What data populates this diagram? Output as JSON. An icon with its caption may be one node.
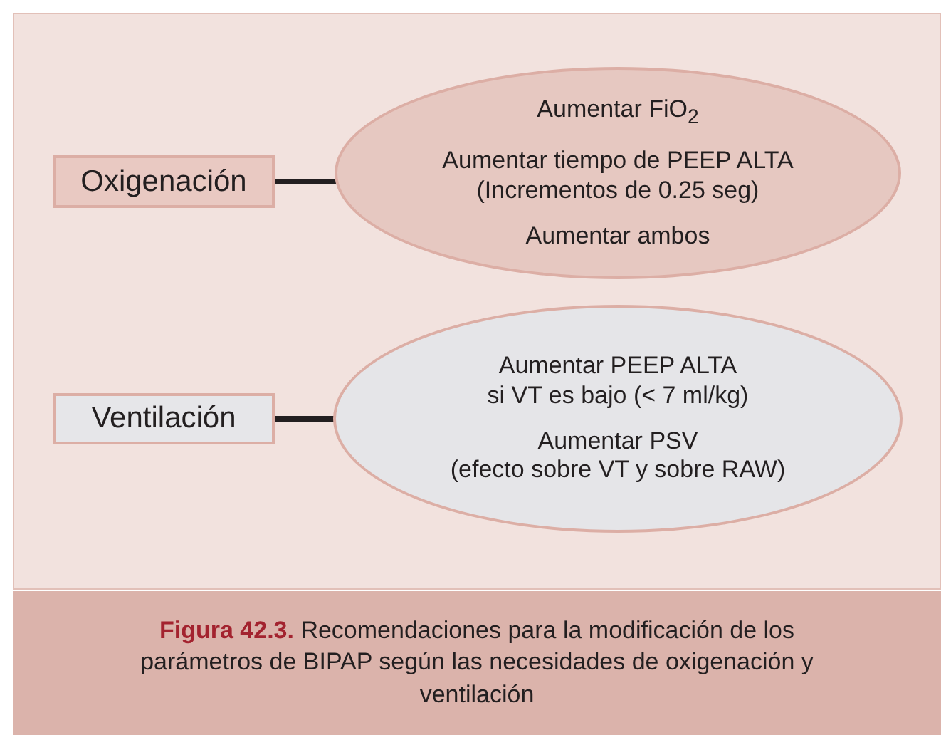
{
  "diagram": {
    "caption": "**Figura 42.3.** Recomendaciones para la modificación de los parámetros de BIPAP según las necesidades de oxigenación y ventilación",
    "nodes": [
      {
        "text": [
          "Oxigenación"
        ]
      },
      {
        "text": [
          "Aumentar FiO$_{2}$",
          "Aumentar tiempo de PEEP ALTA (Incrementos de 0.25 seg)",
          "Aumentar ambos"
        ]
      },
      {
        "text": [
          "Ventilación"
        ]
      },
      {
        "text": [
          "Aumentar PEEP ALTA si VT es bajo (< 7 ml/kg)",
          "Aumentar PSV (efecto sobre VT y sobre RAW)"
        ]
      }
    ],
    "edges": [
      {
        "from": 0,
        "to": 1,
        "arrow": "none"
      },
      {
        "from": 2,
        "to": 3,
        "arrow": "none"
      }
    ]
  }
}
